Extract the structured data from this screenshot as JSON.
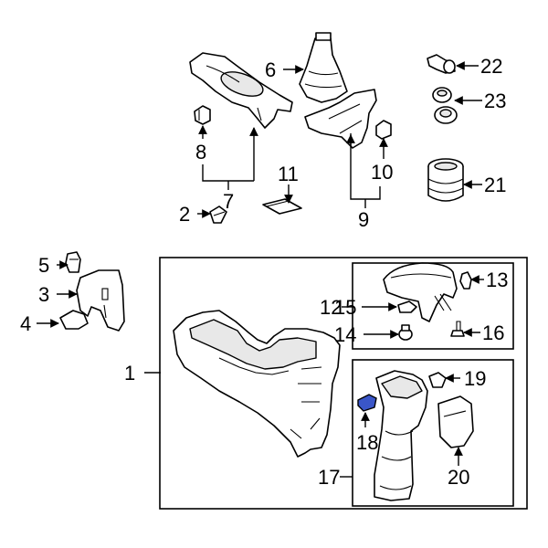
{
  "callouts": {
    "c1": "1",
    "c2": "2",
    "c3": "3",
    "c4": "4",
    "c5": "5",
    "c6": "6",
    "c7": "7",
    "c8": "8",
    "c9": "9",
    "c10": "10",
    "c11": "11",
    "c12": "12",
    "c13": "13",
    "c14": "14",
    "c15": "15",
    "c16": "16",
    "c17": "17",
    "c18": "18",
    "c19": "19",
    "c20": "20",
    "c21": "21",
    "c22": "22",
    "c23": "23"
  },
  "colors": {
    "highlight": "#3a56c8",
    "line": "#000000",
    "background": "#ffffff"
  }
}
